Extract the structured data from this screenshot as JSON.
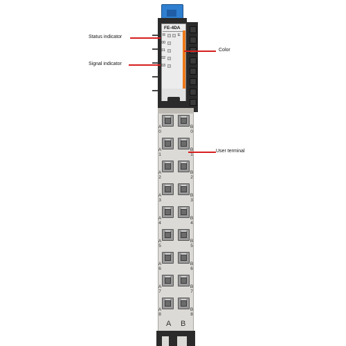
{
  "module": {
    "model_label": "FE-4DA",
    "status_leds": {
      "run": "R",
      "error": "E"
    },
    "signal_leds": [
      "00",
      "01",
      "02",
      "03"
    ],
    "accent_color": "#f07a1a",
    "release_tab_color": "#2f7fd0",
    "bottom_columns": [
      "A",
      "B"
    ]
  },
  "terminals": {
    "rows": [
      {
        "a": "A\n0",
        "b": "B\n0"
      },
      {
        "a": "A\n1",
        "b": "B\n1"
      },
      {
        "a": "A\n2",
        "b": "B\n2"
      },
      {
        "a": "A\n3",
        "b": "B\n3"
      },
      {
        "a": "A\n4",
        "b": "B\n4"
      },
      {
        "a": "A\n5",
        "b": "B\n5"
      },
      {
        "a": "A\n6",
        "b": "B\n6"
      },
      {
        "a": "A\n7",
        "b": "B\n7"
      },
      {
        "a": "A\n8",
        "b": "B\n8"
      }
    ]
  },
  "callouts": {
    "status_indicator": "Status indicator",
    "signal_indicator": "Signal indicator",
    "color": "Color",
    "user_terminal": "User terminal"
  },
  "callout_color": "#d61c1c"
}
